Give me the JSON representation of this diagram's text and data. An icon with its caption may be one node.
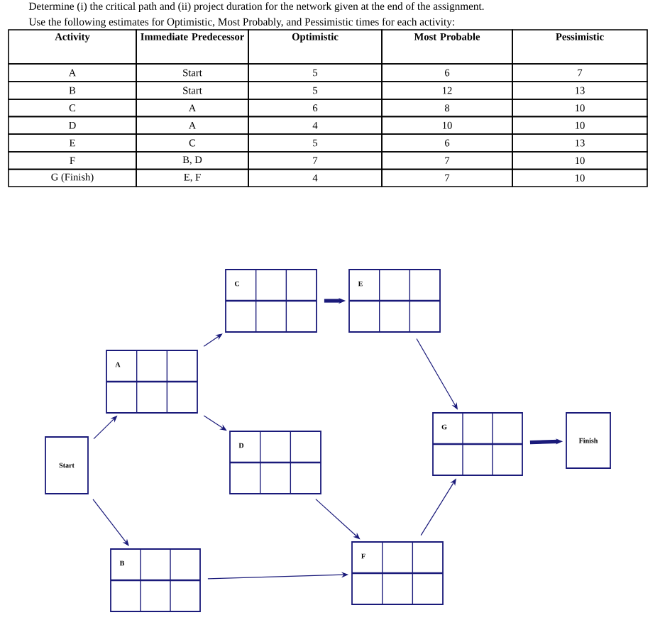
{
  "diagram": {
    "nodes": [
      {
        "text": [
          "Start"
        ]
      },
      {
        "text": [
          "A"
        ]
      },
      {
        "text": [
          "B"
        ]
      },
      {
        "text": [
          "C"
        ]
      },
      {
        "text": [
          "D"
        ]
      },
      {
        "text": [
          "E"
        ]
      },
      {
        "text": [
          "F"
        ]
      },
      {
        "text": [
          "G"
        ]
      },
      {
        "text": [
          "Finish"
        ]
      }
    ],
    "edges": [
      {
        "from": 0,
        "to": 1,
        "arrow": "to"
      },
      {
        "from": 0,
        "to": 2,
        "arrow": "to"
      },
      {
        "from": 1,
        "to": 3,
        "arrow": "to"
      },
      {
        "from": 1,
        "to": 4,
        "arrow": "to"
      },
      {
        "from": 3,
        "to": 5,
        "arrow": "to",
        "style": "thick"
      },
      {
        "from": 4,
        "to": 6,
        "arrow": "to"
      },
      {
        "from": 2,
        "to": 6,
        "arrow": "to"
      },
      {
        "from": 5,
        "to": 7,
        "arrow": "to"
      },
      {
        "from": 6,
        "to": 7,
        "arrow": "to"
      },
      {
        "from": 7,
        "to": 8,
        "arrow": "to",
        "style": "thick"
      }
    ],
    "labels": [
      "Determine (i) the critical path and (ii) project duration for the network given at the end of the assignment.",
      "Use the following estimates for Optimistic, Most Probably, and Pessimistic times for each activity:",
      "Activity",
      "Immediate Predecessor",
      "Optimistic",
      "Most Probable",
      "Pessimistic",
      "A",
      "Start",
      "5",
      "6",
      "7",
      "B",
      "Start",
      "5",
      "12",
      "13",
      "C",
      "A",
      "6",
      "8",
      "10",
      "D",
      "A",
      "4",
      "10",
      "10",
      "E",
      "C",
      "5",
      "6",
      "13",
      "F",
      "B, D",
      "7",
      "7",
      "10",
      "G (Finish)",
      "E, F",
      "4",
      "7",
      "10"
    ]
  }
}
